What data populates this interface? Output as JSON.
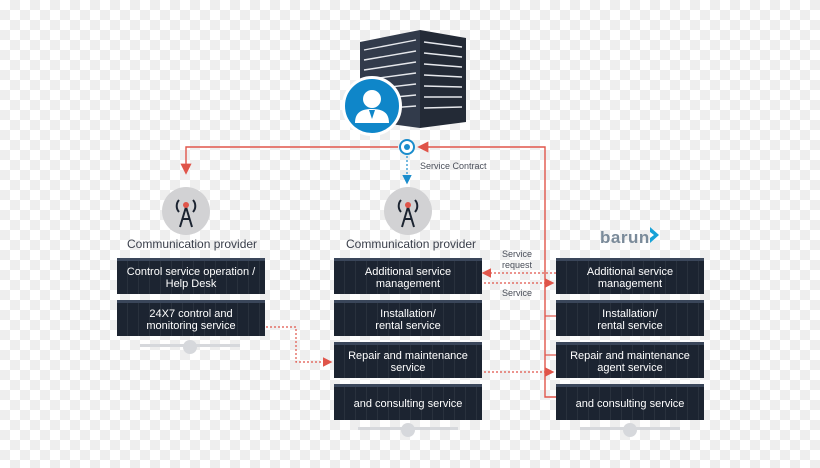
{
  "header": {
    "service_contract": "Service Contract"
  },
  "columns": {
    "left": {
      "title": "Communication provider",
      "boxes": [
        "Control service operation /\nHelp Desk",
        "24X7 control and\nmonitoring service"
      ]
    },
    "middle": {
      "title": "Communication provider",
      "boxes": [
        "Additional service\nmanagement",
        "Installation/\nrental service",
        "Repair and maintenance\nservice",
        "and consulting service"
      ]
    },
    "right": {
      "brand": "barun",
      "boxes": [
        "Additional service\nmanagement",
        "Installation/\nrental service",
        "Repair and maintenance\nagent service",
        "and consulting service"
      ]
    }
  },
  "flow_labels": {
    "service_request": "Service\nrequest",
    "service": "Service"
  },
  "icons": [
    "building-icon",
    "person-icon",
    "tower-icon",
    "barun-logo-icon"
  ],
  "colors": {
    "arrow": "#e0554a",
    "box": "#1c2431",
    "accent": "#0f86c9"
  }
}
